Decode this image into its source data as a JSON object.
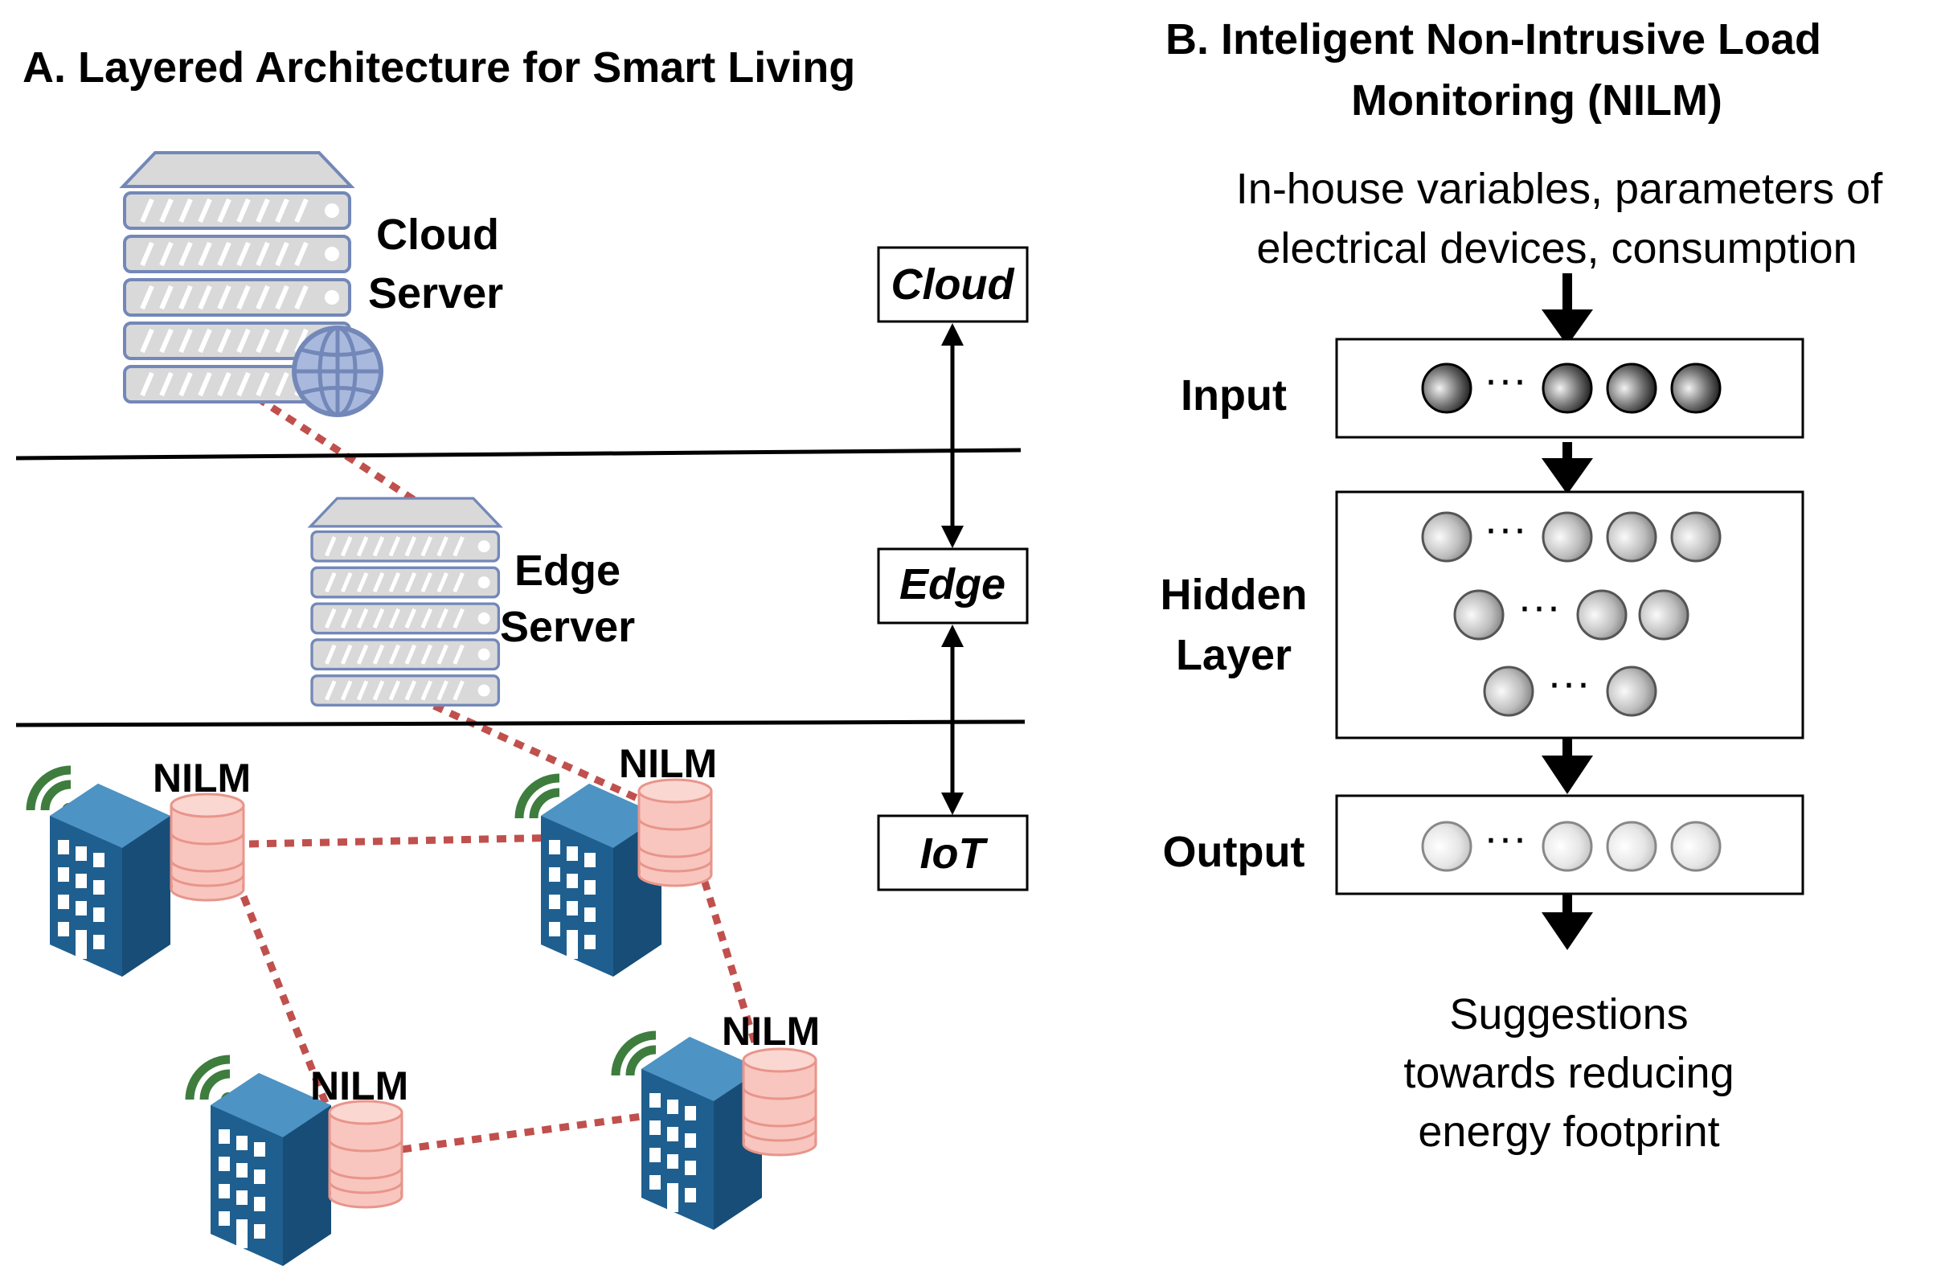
{
  "panel_a": {
    "title": "A. Layered Architecture for Smart Living",
    "cloud_server": {
      "line1": "Cloud",
      "line2": "Server",
      "icon": "cloud-server-icon"
    },
    "edge_server": {
      "line1": "Edge",
      "line2": "Server",
      "icon": "edge-server-icon"
    },
    "layers": [
      {
        "label": "Cloud"
      },
      {
        "label": "Edge"
      },
      {
        "label": "IoT"
      }
    ],
    "nilm_label": "NILM",
    "buildings": [
      {
        "label": "NILM",
        "icon": "building-icon"
      },
      {
        "label": "NILM",
        "icon": "building-icon"
      },
      {
        "label": "NILM",
        "icon": "building-icon"
      },
      {
        "label": "NILM",
        "icon": "building-icon"
      }
    ],
    "colors": {
      "server_stroke": "#7388b8",
      "server_fill": "#d9d9d9",
      "building": "#1f5f8f",
      "database": "#f8c6be",
      "link": "#c0504d"
    }
  },
  "panel_b": {
    "title_line1": "B. Inteligent Non-Intrusive Load",
    "title_line2": "Monitoring (NILM)",
    "input_desc_line1": "In-house variables, parameters of",
    "input_desc_line2": "electrical devices, consumption",
    "input_label": "Input",
    "hidden_label_line1": "Hidden",
    "hidden_label_line2": "Layer",
    "output_label": "Output",
    "dots": "···",
    "result_line1": "Suggestions",
    "result_line2": "towards reducing",
    "result_line3": "energy footprint"
  }
}
